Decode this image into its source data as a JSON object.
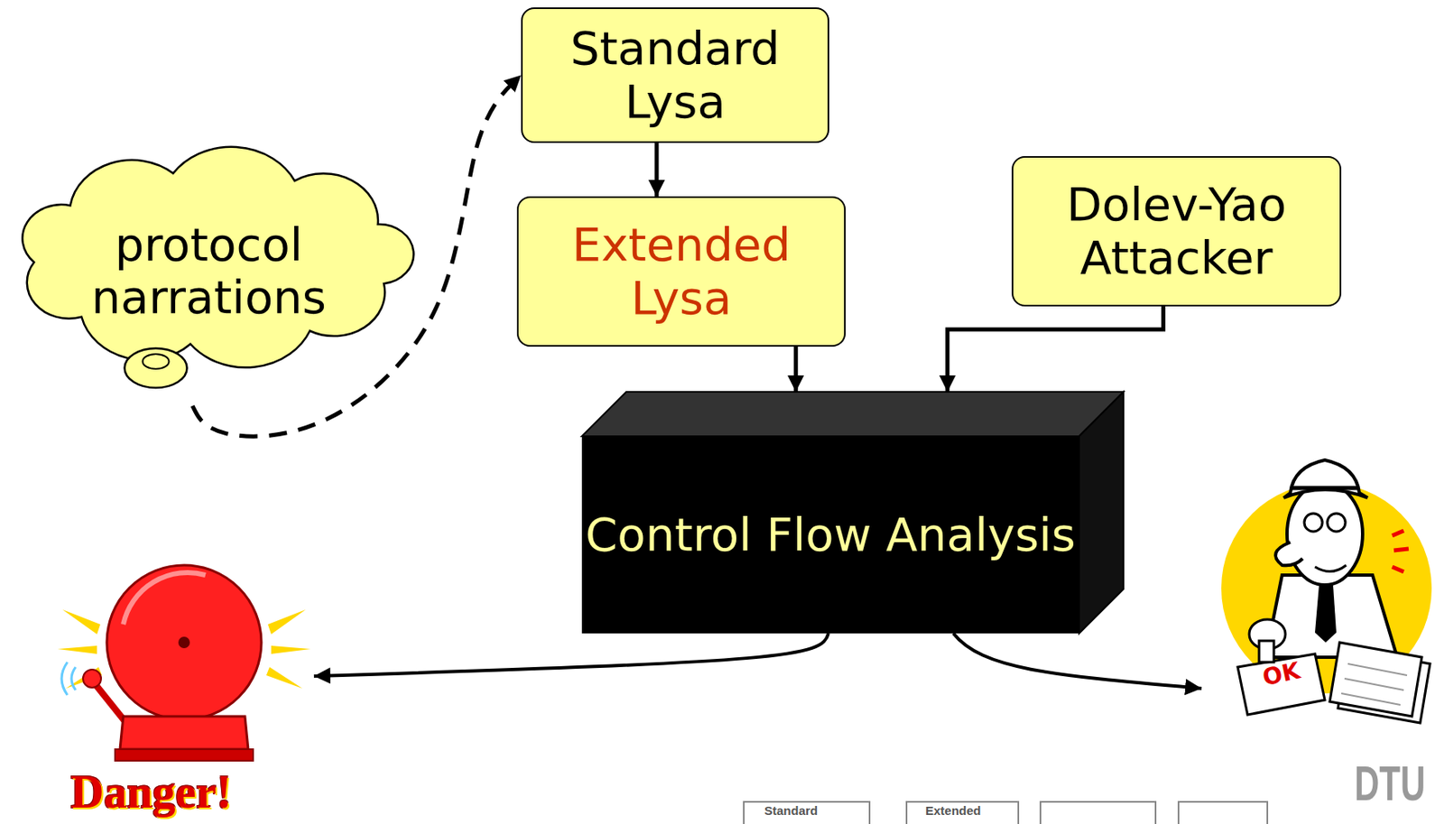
{
  "diagram": {
    "nodes": [
      {
        "text": [
          "protocol narrations"
        ]
      },
      {
        "text": [
          "Standard Lysa"
        ]
      },
      {
        "text": [
          "Extended Lysa"
        ]
      },
      {
        "text": [
          "Dolev-Yao Attacker"
        ]
      },
      {
        "text": [
          "Control Flow Analysis"
        ]
      }
    ],
    "edges": [
      {
        "from": 0,
        "to": 1,
        "arrow": "to"
      },
      {
        "from": 1,
        "to": 2,
        "arrow": "to"
      },
      {
        "from": 2,
        "to": 4,
        "arrow": "to"
      },
      {
        "from": 3,
        "to": 4,
        "arrow": "to"
      }
    ],
    "labels": [
      "Danger!",
      "OK",
      "Standard",
      "Extended",
      "DTU"
    ]
  }
}
